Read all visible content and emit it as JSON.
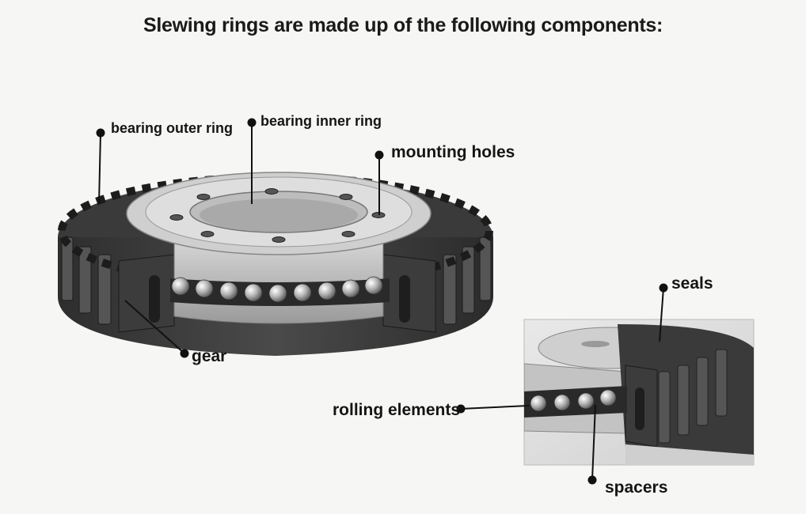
{
  "title": "Slewing rings are made up of the following components:",
  "labels": {
    "outer_ring": "bearing outer ring",
    "inner_ring": "bearing inner ring",
    "mounting_holes": "mounting holes",
    "gear": "gear",
    "seals": "seals",
    "rolling_elements": "rolling elements",
    "spacers": "spacers"
  }
}
